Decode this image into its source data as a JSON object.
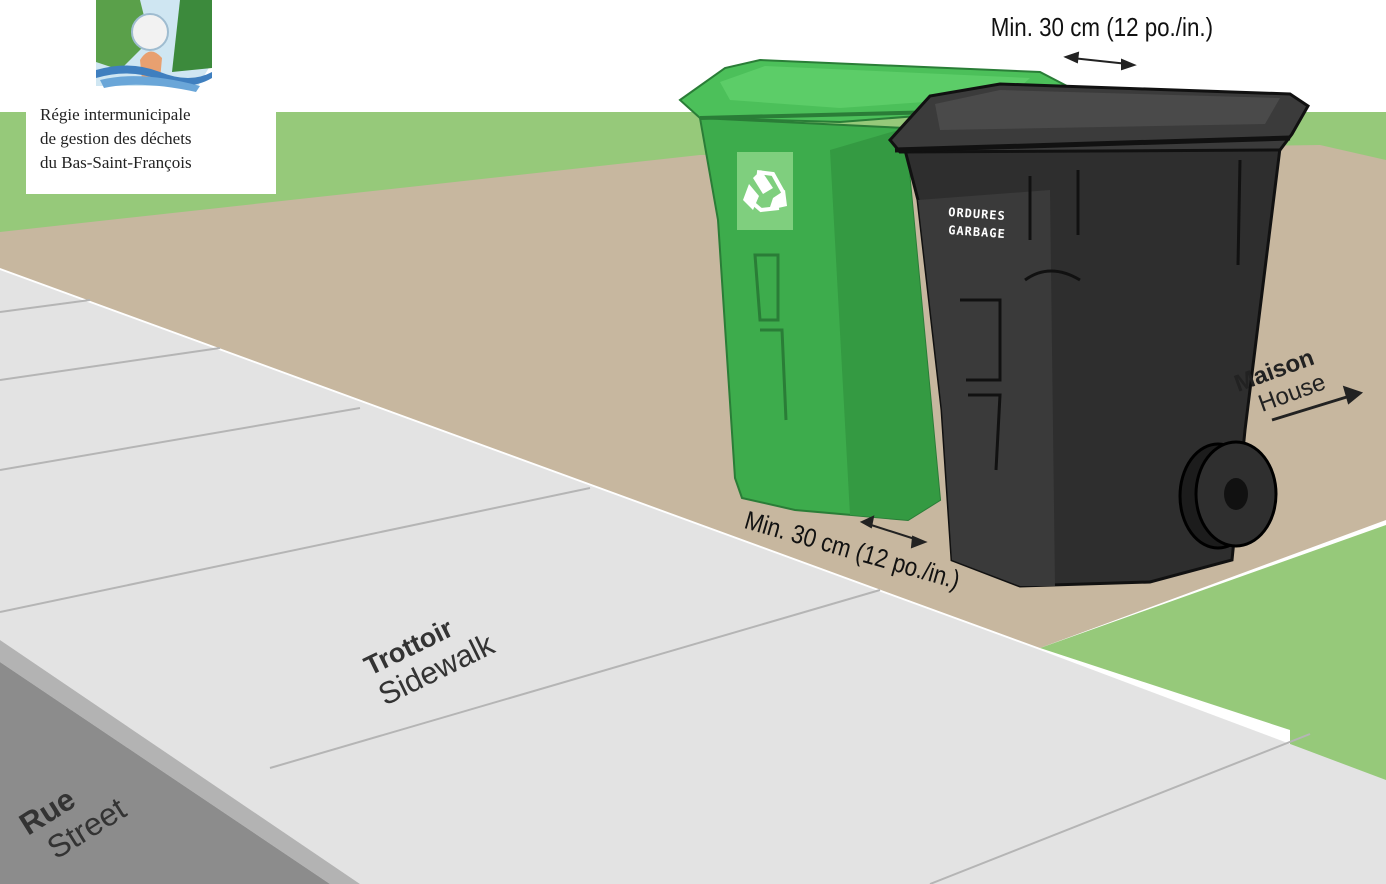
{
  "organization": {
    "name_lines": [
      "Régie intermunicipale",
      "de gestion des déchets",
      "du Bas-Saint-François"
    ]
  },
  "labels": {
    "gap_between_bins": "Min. 30 cm (12 po./in.)",
    "gap_from_sidewalk": "Min. 30 cm (12 po./in.)",
    "house_fr": "Maison",
    "house_en": "House",
    "sidewalk_fr": "Trottoir",
    "sidewalk_en": "Sidewalk",
    "street_fr": "Rue",
    "street_en": "Street"
  },
  "bins": {
    "recycling": {
      "color": "#3dac4c",
      "symbol": "recycle-icon"
    },
    "garbage": {
      "color": "#2e2e2e",
      "label_line1": "ORDURES",
      "label_line2": "GARBAGE"
    }
  },
  "colors": {
    "grass": "#96c97a",
    "driveway": "#c7b79f",
    "sidewalk": "#e3e3e3",
    "street": "#8c8c8c"
  }
}
